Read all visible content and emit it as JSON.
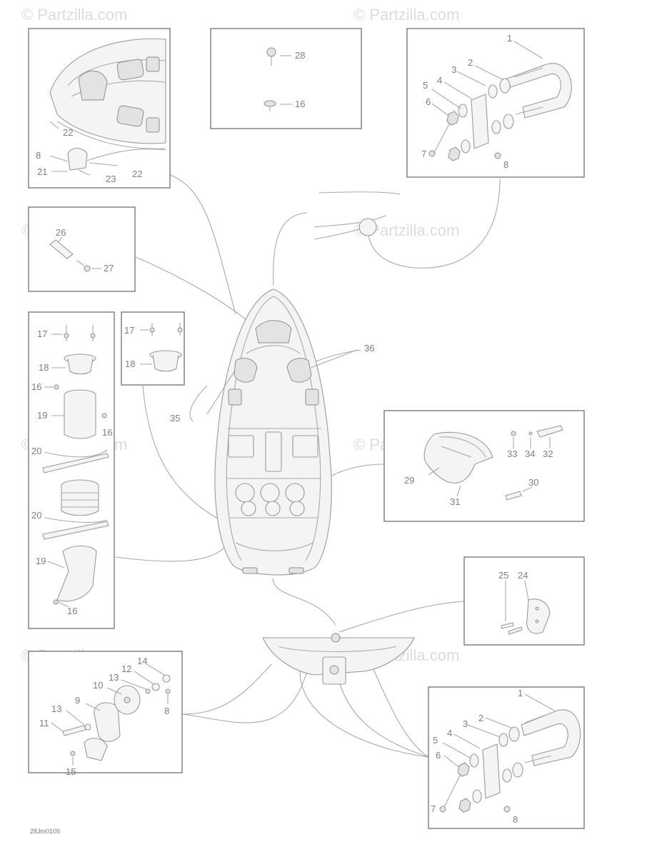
{
  "watermark": {
    "text": "Partzilla.com",
    "symbol": "©"
  },
  "diagram_code": "28Jm0105",
  "callouts": {
    "c1": "1",
    "c2": "2",
    "c3": "3",
    "c4": "4",
    "c5": "5",
    "c6": "6",
    "c7": "7",
    "c8": "8",
    "c9": "9",
    "c10": "10",
    "c11": "11",
    "c12": "12",
    "c13": "13",
    "c14": "14",
    "c15": "15",
    "c16": "16",
    "c17": "17",
    "c18": "18",
    "c19": "19",
    "c20": "20",
    "c21": "21",
    "c22": "22",
    "c23": "23",
    "c24": "24",
    "c25": "25",
    "c26": "26",
    "c27": "27",
    "c28": "28",
    "c29": "29",
    "c30": "30",
    "c31": "31",
    "c32": "32",
    "c33": "33",
    "c34": "34",
    "c35": "35",
    "c36": "36"
  }
}
